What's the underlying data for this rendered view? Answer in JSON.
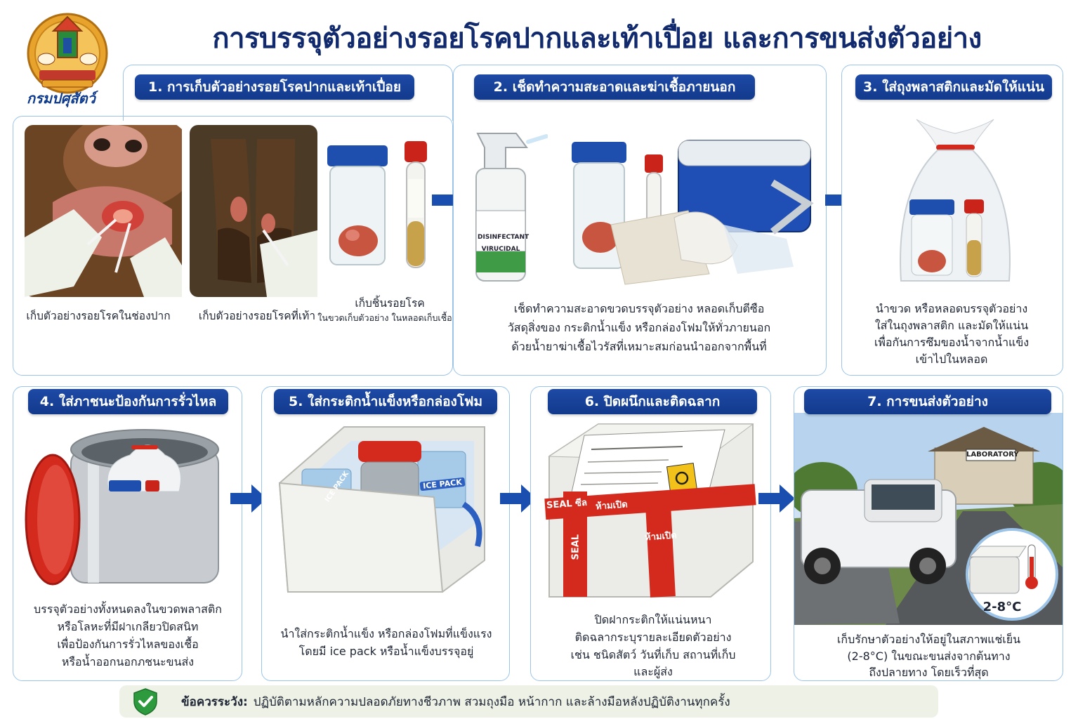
{
  "header": {
    "title": "การบรรจุตัวอย่างรอยโรคปากและเท้าเปื่อย และการขนส่งตัวอย่าง",
    "logo_text": "กรมปศุสัตว์"
  },
  "steps": [
    {
      "label": "1. การเก็บตัวอย่างรอยโรคปากและเท้าเปื่อย",
      "captions": [
        "เก็บตัวอย่างรอยโรคในช่องปาก",
        "เก็บตัวอย่างรอยโรคที่เท้า",
        "เก็บชิ้นรอยโรค"
      ],
      "subcaption": "ในขวดเก็บตัวอย่าง ในหลอดเก็บเชื้อ"
    },
    {
      "label": "2. เช็ดทำความสะอาดและฆ่าเชื้อภายนอก",
      "caption_lines": [
        "เช็ดทำความสะอาดขวดบรรจุตัวอย่าง หลอดเก็บตีซือ",
        "วัสดุสิ่งของ กระติกน้ำแข็ง หรือกล่องโฟมให้ทั่วภายนอก",
        "ด้วยน้ำยาฆ่าเชื้อไวรัสที่เหมาะสมก่อนนำออกจากพื้นที่"
      ],
      "bottle_label_1": "DISINFECTANT",
      "bottle_label_2": "VIRUCIDAL"
    },
    {
      "label": "3. ใส่ถุงพลาสติกและมัดให้แน่น",
      "caption_lines": [
        "นำขวด หรือหลอดบรรจุตัวอย่าง",
        "ใส่ในถุงพลาสติก และมัดให้แน่น",
        "เพื่อกันการซึมของน้ำจากน้ำแข็ง",
        "เข้าไปในหลอด"
      ]
    },
    {
      "label": "4. ใส่ภาชนะป้องกันการรั่วไหล",
      "caption_lines": [
        "บรรจุตัวอย่างทั้งหนดลงในขวดพลาสติก",
        "หรือโลหะที่มีฝาเกลียวปิดสนิท",
        "เพื่อป้องกันการรั่วไหลของเชื้อ",
        "หรือน้ำออกนอกภชนะขนส่ง"
      ]
    },
    {
      "label": "5. ใส่กระติกน้ำแข็งหรือกล่องโฟม",
      "caption_lines": [
        "นำใส่กระติกน้ำแข็ง หรือกล่องโฟมที่แข็งแรง",
        "โดยมี ice pack หรือน้ำแข็งบรรจุอยู่"
      ],
      "ice_pack_1": "ICE PACK",
      "ice_pack_2": "ICE PACK"
    },
    {
      "label": "6. ปิดผนึกและติดฉลาก",
      "caption_lines": [
        "ปิดฝากระติกให้แน่นหนา",
        "ติดฉลากระบุรายละเอียดตัวอย่าง",
        "เช่น ชนิดสัตว์ วันที่เก็บ สถานที่เก็บ",
        "และผู้ส่ง"
      ],
      "seal_tape_1": "SEAL ซีล",
      "seal_tape_2": "ห้ามเปิด",
      "seal_tape_3": "SEAL",
      "seal_tape_4": "ห้ามเปิด"
    },
    {
      "label": "7. การขนส่งตัวอย่าง",
      "caption_lines": [
        "เก็บรักษาตัวอย่างให้อยู่ในสภาพแช่เย็น",
        "(2-8°C) ในขณะขนส่งจากต้นทาง",
        "ถึงปลายทาง โดยเร็วที่สุด"
      ],
      "lab_sign": "LABORATORY",
      "temperature": "2-8°C"
    }
  ],
  "warning": {
    "label": "ข้อควรระวัง:",
    "text": "ปฏิบัติตามหลักความปลอดภัยทางชีวภาพ สวมถุงมือ หน้ากาก และล้างมือหลังปฏิบัติงานทุกครั้ง"
  },
  "colors": {
    "navy": "#123a8c",
    "arrow": "#1a4fb0",
    "panel_border": "#9cc4e8",
    "seal_red": "#d42a1e",
    "warning_bg": "#edf1e6",
    "shield_green": "#2e9a3e"
  }
}
